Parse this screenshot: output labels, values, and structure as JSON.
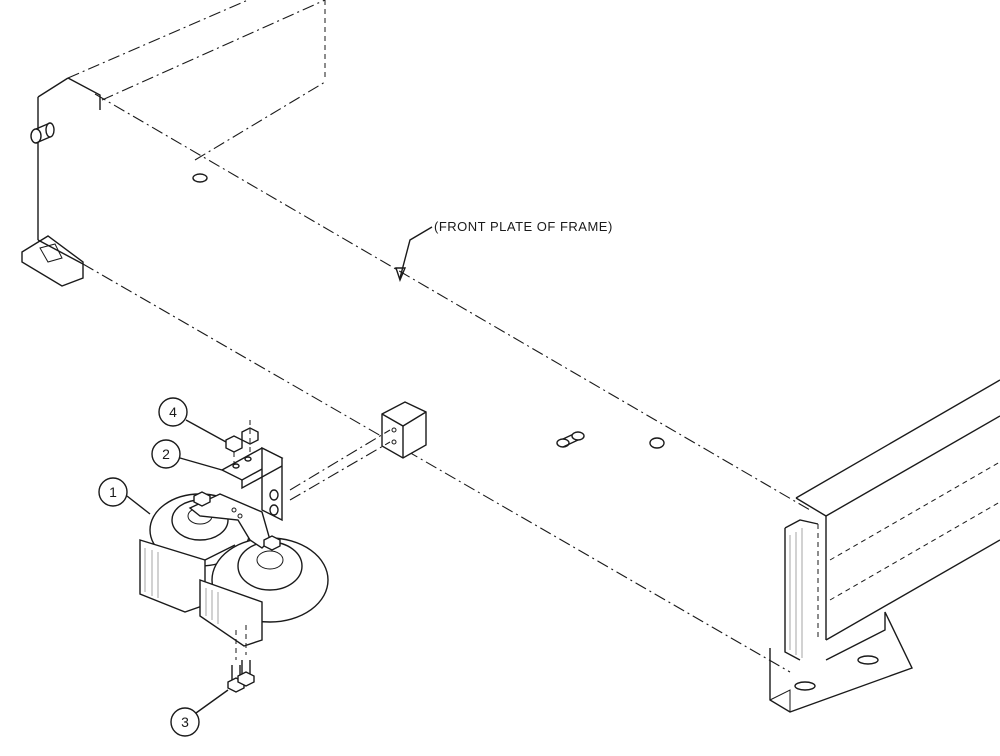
{
  "diagram": {
    "note_label": "(FRONT PLATE OF FRAME)",
    "callouts": [
      {
        "number": "1"
      },
      {
        "number": "2"
      },
      {
        "number": "3"
      },
      {
        "number": "4"
      }
    ]
  },
  "colors": {
    "line": "#1a1a1a",
    "background": "#ffffff"
  }
}
